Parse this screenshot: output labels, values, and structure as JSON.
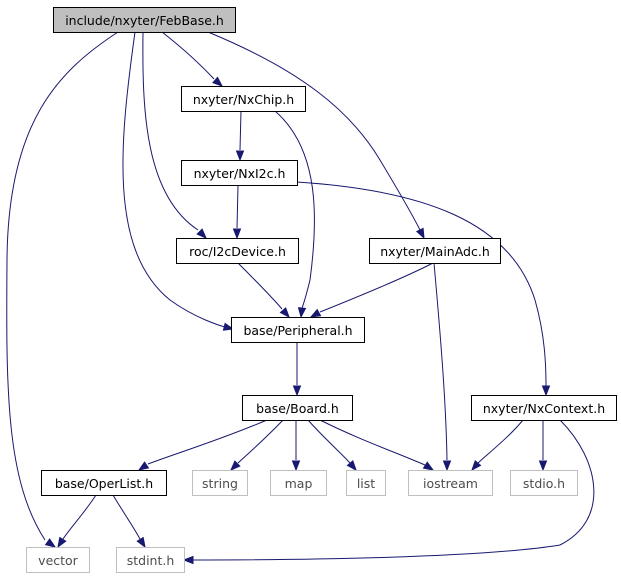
{
  "diagram": {
    "nodes": [
      {
        "id": "febbase",
        "label": "include/nxyter/FebBase.h",
        "style": "root",
        "fill": "#bfbfbf",
        "stroke": "#000000",
        "text_color": "#000000"
      },
      {
        "id": "nxchip",
        "label": "nxyter/NxChip.h",
        "style": "normal",
        "fill": "#ffffff",
        "stroke": "#000000",
        "text_color": "#000000"
      },
      {
        "id": "nxi2c",
        "label": "nxyter/NxI2c.h",
        "style": "normal",
        "fill": "#ffffff",
        "stroke": "#000000",
        "text_color": "#000000"
      },
      {
        "id": "i2cdevice",
        "label": "roc/I2cDevice.h",
        "style": "normal",
        "fill": "#ffffff",
        "stroke": "#000000",
        "text_color": "#000000"
      },
      {
        "id": "mainadc",
        "label": "nxyter/MainAdc.h",
        "style": "normal",
        "fill": "#ffffff",
        "stroke": "#000000",
        "text_color": "#000000"
      },
      {
        "id": "peripheral",
        "label": "base/Peripheral.h",
        "style": "normal",
        "fill": "#ffffff",
        "stroke": "#000000",
        "text_color": "#000000"
      },
      {
        "id": "board",
        "label": "base/Board.h",
        "style": "normal",
        "fill": "#ffffff",
        "stroke": "#000000",
        "text_color": "#000000"
      },
      {
        "id": "nxcontext",
        "label": "nxyter/NxContext.h",
        "style": "normal",
        "fill": "#ffffff",
        "stroke": "#000000",
        "text_color": "#000000"
      },
      {
        "id": "operlist",
        "label": "base/OperList.h",
        "style": "normal",
        "fill": "#ffffff",
        "stroke": "#000000",
        "text_color": "#000000"
      },
      {
        "id": "string",
        "label": "string",
        "style": "external",
        "fill": "#ffffff",
        "stroke": "#bfbfbf",
        "text_color": "#4d4d4d"
      },
      {
        "id": "map",
        "label": "map",
        "style": "external",
        "fill": "#ffffff",
        "stroke": "#bfbfbf",
        "text_color": "#4d4d4d"
      },
      {
        "id": "list",
        "label": "list",
        "style": "external",
        "fill": "#ffffff",
        "stroke": "#bfbfbf",
        "text_color": "#4d4d4d"
      },
      {
        "id": "iostream",
        "label": "iostream",
        "style": "external",
        "fill": "#ffffff",
        "stroke": "#bfbfbf",
        "text_color": "#4d4d4d"
      },
      {
        "id": "stdio",
        "label": "stdio.h",
        "style": "external",
        "fill": "#ffffff",
        "stroke": "#bfbfbf",
        "text_color": "#4d4d4d"
      },
      {
        "id": "vector",
        "label": "vector",
        "style": "external",
        "fill": "#ffffff",
        "stroke": "#bfbfbf",
        "text_color": "#4d4d4d"
      },
      {
        "id": "stdint",
        "label": "stdint.h",
        "style": "external",
        "fill": "#ffffff",
        "stroke": "#bfbfbf",
        "text_color": "#4d4d4d"
      }
    ],
    "edges": [
      {
        "from": "febbase",
        "to": "vector"
      },
      {
        "from": "febbase",
        "to": "i2cdevice"
      },
      {
        "from": "febbase",
        "to": "peripheral"
      },
      {
        "from": "febbase",
        "to": "nxchip"
      },
      {
        "from": "febbase",
        "to": "mainadc"
      },
      {
        "from": "nxchip",
        "to": "nxi2c"
      },
      {
        "from": "nxchip",
        "to": "peripheral"
      },
      {
        "from": "nxi2c",
        "to": "i2cdevice"
      },
      {
        "from": "nxi2c",
        "to": "nxcontext"
      },
      {
        "from": "i2cdevice",
        "to": "peripheral"
      },
      {
        "from": "mainadc",
        "to": "peripheral"
      },
      {
        "from": "mainadc",
        "to": "iostream"
      },
      {
        "from": "peripheral",
        "to": "board"
      },
      {
        "from": "board",
        "to": "operlist"
      },
      {
        "from": "board",
        "to": "string"
      },
      {
        "from": "board",
        "to": "map"
      },
      {
        "from": "board",
        "to": "list"
      },
      {
        "from": "board",
        "to": "iostream"
      },
      {
        "from": "nxcontext",
        "to": "iostream"
      },
      {
        "from": "nxcontext",
        "to": "stdio"
      },
      {
        "from": "nxcontext",
        "to": "stdint"
      },
      {
        "from": "operlist",
        "to": "vector"
      },
      {
        "from": "operlist",
        "to": "stdint"
      }
    ],
    "edge_color": "#191970"
  }
}
